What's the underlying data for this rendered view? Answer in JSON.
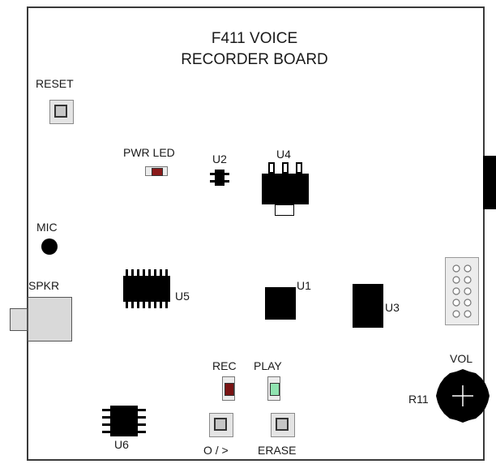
{
  "board": {
    "title_line1": "F411 VOICE",
    "title_line2": "RECORDER BOARD"
  },
  "buttons": {
    "reset_label": "RESET",
    "play_pause_label": "O / >",
    "erase_label": "ERASE"
  },
  "leds": {
    "pwr_label": "PWR LED",
    "rec_label": "REC",
    "play_label": "PLAY",
    "pwr_color": "#8b1a1a",
    "rec_color": "#7a1414",
    "play_color": "#8fe3b0"
  },
  "components": {
    "u1": "U1",
    "u2": "U2",
    "u3": "U3",
    "u4": "U4",
    "u5": "U5",
    "u6": "U6",
    "r11": "R11",
    "vol": "VOL"
  },
  "connectors": {
    "mic_label": "MIC",
    "spkr_label": "SPKR"
  }
}
